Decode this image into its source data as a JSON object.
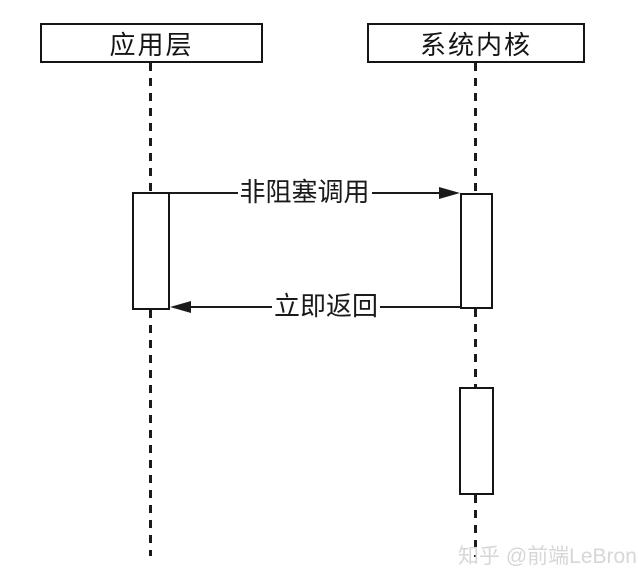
{
  "diagram": {
    "type": "sequence-diagram",
    "participants": [
      {
        "id": "app-layer",
        "label": "应用层"
      },
      {
        "id": "system-kernel",
        "label": "系统内核"
      }
    ],
    "messages": [
      {
        "label": "非阻塞调用",
        "from": "应用层",
        "to": "系统内核",
        "direction": "right",
        "line_style": "solid",
        "arrowhead": "filled-triangle"
      },
      {
        "label": "立即返回",
        "from": "系统内核",
        "to": "应用层",
        "direction": "left",
        "line_style": "solid",
        "arrowhead": "filled-triangle"
      }
    ],
    "activations": [
      {
        "on": "应用层",
        "note": "spans from 非阻塞调用 to 立即返回"
      },
      {
        "on": "系统内核",
        "note": "spans from 非阻塞调用 to 立即返回"
      },
      {
        "on": "系统内核",
        "note": "second activation lower on lifeline"
      }
    ],
    "watermark": "知乎 @前端LeBron",
    "colors": {
      "line": "#1a1a1a",
      "background": "#ffffff",
      "watermark": "#d7d7d7"
    }
  }
}
